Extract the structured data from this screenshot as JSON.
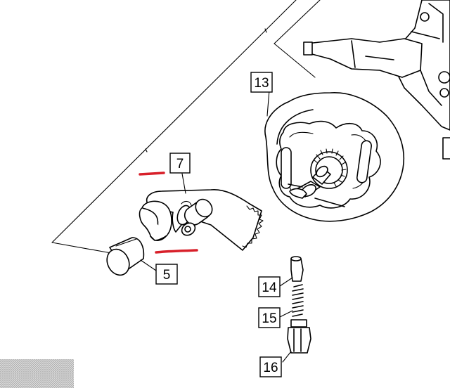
{
  "callouts": {
    "c5": "5",
    "c7": "7",
    "c13": "13",
    "c14": "14",
    "c15": "15",
    "c16": "16"
  },
  "markup_color": "#d8202a",
  "ink_color": "#000000"
}
